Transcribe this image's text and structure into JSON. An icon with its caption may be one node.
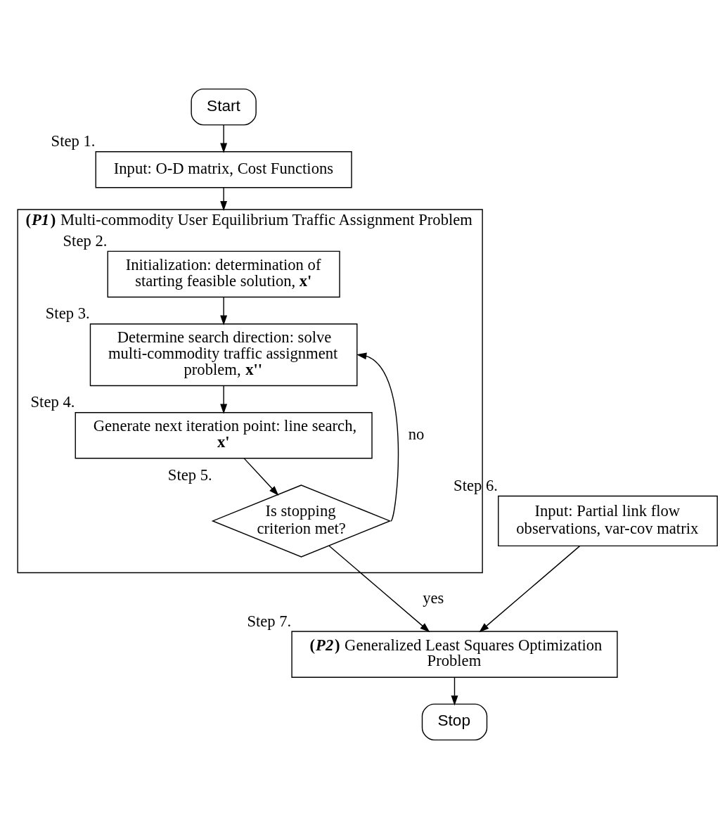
{
  "diagram": {
    "nodes": [
      {
        "text": [
          "Start"
        ]
      },
      {
        "text": [
          "Input: O-D matrix, Cost Functions"
        ],
        "beside": [
          "Step 1."
        ]
      },
      {
        "text": [
          "**(*P1*)** Multi-commodity User Equilibrium Traffic Assignment Problem"
        ]
      },
      {
        "text": [
          "Initialization: determination of starting feasible solution, **x'**"
        ],
        "beside": [
          "Step 2."
        ],
        "in": 2
      },
      {
        "text": [
          "Determine search direction: solve multi-commodity traffic assignment problem, **x''**"
        ],
        "beside": [
          "Step 3."
        ],
        "in": 2
      },
      {
        "text": [
          "Generate next iteration point: line search, **x'**"
        ],
        "beside": [
          "Step 4."
        ],
        "in": 2
      },
      {
        "text": [
          "Is stopping criterion met?"
        ],
        "beside": [
          "Step 5."
        ],
        "in": 2
      },
      {
        "text": [
          "Input: Partial link flow observations, var-cov matrix"
        ],
        "beside": [
          "Step 6."
        ]
      },
      {
        "text": [
          "**(*P2*)** Generalized Least Squares Optimization Problem"
        ],
        "beside": [
          "Step 7."
        ]
      },
      {
        "text": [
          "Stop"
        ]
      }
    ],
    "edges": [
      {
        "from": 0,
        "to": 1,
        "arrow": "to"
      },
      {
        "from": 1,
        "to": 2,
        "arrow": "to"
      },
      {
        "from": 3,
        "to": 4,
        "arrow": "to"
      },
      {
        "from": 4,
        "to": 5,
        "arrow": "to"
      },
      {
        "from": 5,
        "to": 6,
        "arrow": "to"
      },
      {
        "from": 6,
        "to": 4,
        "label": "no",
        "arrow": "to"
      },
      {
        "from": 6,
        "to": 8,
        "label": "yes",
        "arrow": "to"
      },
      {
        "from": 7,
        "to": 8,
        "arrow": "to"
      },
      {
        "from": 8,
        "to": 9,
        "arrow": "to"
      }
    ]
  }
}
